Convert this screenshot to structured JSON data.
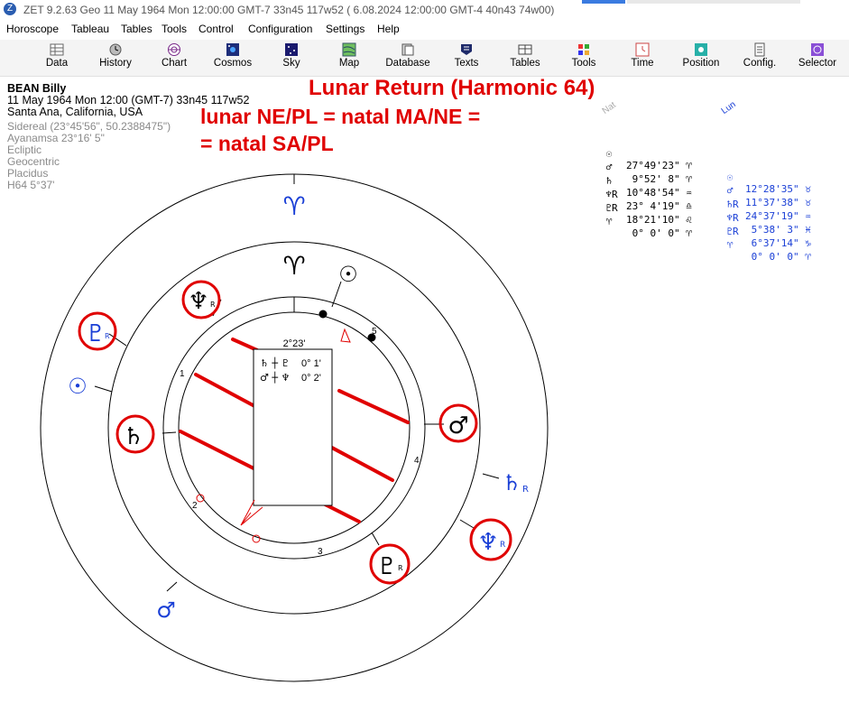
{
  "window": {
    "title": "ZET 9.2.63 Geo   11 May 1964  Mon  12:00:00 GMT-7 33n45  117w52  ( 6.08.2024  12:00:00 GMT-4 40n43 74w00)"
  },
  "menu": [
    "Horoscope",
    "Tableau",
    "Tables",
    "Tools",
    "Control",
    "Configuration",
    "Settings",
    "Help"
  ],
  "toolbar": [
    {
      "label": "Data",
      "icon": "data-icon"
    },
    {
      "label": "History",
      "icon": "history-icon"
    },
    {
      "label": "Chart",
      "icon": "chart-icon"
    },
    {
      "label": "Cosmos",
      "icon": "cosmos-icon"
    },
    {
      "label": "Sky",
      "icon": "sky-icon"
    },
    {
      "label": "Map",
      "icon": "map-icon"
    },
    {
      "label": "Database",
      "icon": "database-icon"
    },
    {
      "label": "Texts",
      "icon": "texts-icon"
    },
    {
      "label": "Tables",
      "icon": "tables-icon"
    },
    {
      "label": "Tools",
      "icon": "tools-icon"
    },
    {
      "label": "Time",
      "icon": "time-icon"
    },
    {
      "label": "Position",
      "icon": "position-icon"
    },
    {
      "label": "Config.",
      "icon": "config-icon"
    },
    {
      "label": "Selector",
      "icon": "selector-icon"
    }
  ],
  "chart_info": {
    "name": "BEAN Billy",
    "datetime": "11 May 1964  Mon  12:00 (GMT-7) 33n45  117w52",
    "place": "Santa Ana, California, USA",
    "zodiac": "Sidereal (23°45'56\", 50.2388475\")",
    "ayanamsa": "Ayanamsa 23°16' 5\"",
    "coordinates": "Ecliptic",
    "center": "Geocentric",
    "houses": "Placidus",
    "harmonic": "H64   5°37'"
  },
  "annotations": {
    "title": "Lunar Return (Harmonic 64)",
    "line1": "lunar NE/PL = natal MA/NE =",
    "line2": "= natal SA/PL"
  },
  "aspect_box": {
    "degree": "2°23'",
    "rows": [
      {
        "glyphs": "♄ ┼ ♇",
        "value": "0° 1'"
      },
      {
        "glyphs": "♂ ┼ ♆",
        "value": "0° 2'"
      }
    ]
  },
  "house_numbers": [
    "1",
    "2",
    "3",
    "4",
    "5"
  ],
  "wheel_glyphs": {
    "inner_aries": "♈",
    "outer_aries": "♈",
    "sun_inner": "☉",
    "sun_outer": "☉",
    "neptune_inner": "♆",
    "neptune_inner_r": "R",
    "pluto_outer": "♇",
    "pluto_outer_r": "R",
    "saturn_inner": "♄",
    "mars_inner": "♂",
    "saturn_outer": "♄",
    "saturn_outer_r": "R",
    "neptune_outer": "♆",
    "neptune_outer_r": "R",
    "pluto_inner": "♇",
    "pluto_inner_r": "R",
    "mars_outer": "♂"
  },
  "positions": {
    "natal_header": "Nat",
    "lunar_header": "Lun",
    "rows": [
      {
        "ng": "☉",
        "nv": "27°49'23\" ♈",
        "lg": "☉",
        "lv": "12°28'35\" ♉"
      },
      {
        "ng": "♂",
        "nv": " 9°52' 8\" ♈",
        "lg": "♂",
        "lv": "11°37'38\" ♉"
      },
      {
        "ng": "♄",
        "nv": "10°48'54\" ♒",
        "lg": "♄R",
        "lv": "24°37'19\" ♒"
      },
      {
        "ng": "♆R",
        "nv": "23° 4'19\" ♎",
        "lg": "♆R",
        "lv": " 5°38' 3\" ♓"
      },
      {
        "ng": "♇R",
        "nv": "18°21'10\" ♌",
        "lg": "♇R",
        "lv": " 6°37'14\" ♑"
      },
      {
        "ng": "♈",
        "nv": " 0° 0' 0\" ♈",
        "lg": "♈",
        "lv": " 0° 0' 0\" ♈"
      }
    ]
  },
  "colors": {
    "annotation_red": "#e00000",
    "transit_blue": "#1a3fd6",
    "title_grey": "#555555"
  }
}
